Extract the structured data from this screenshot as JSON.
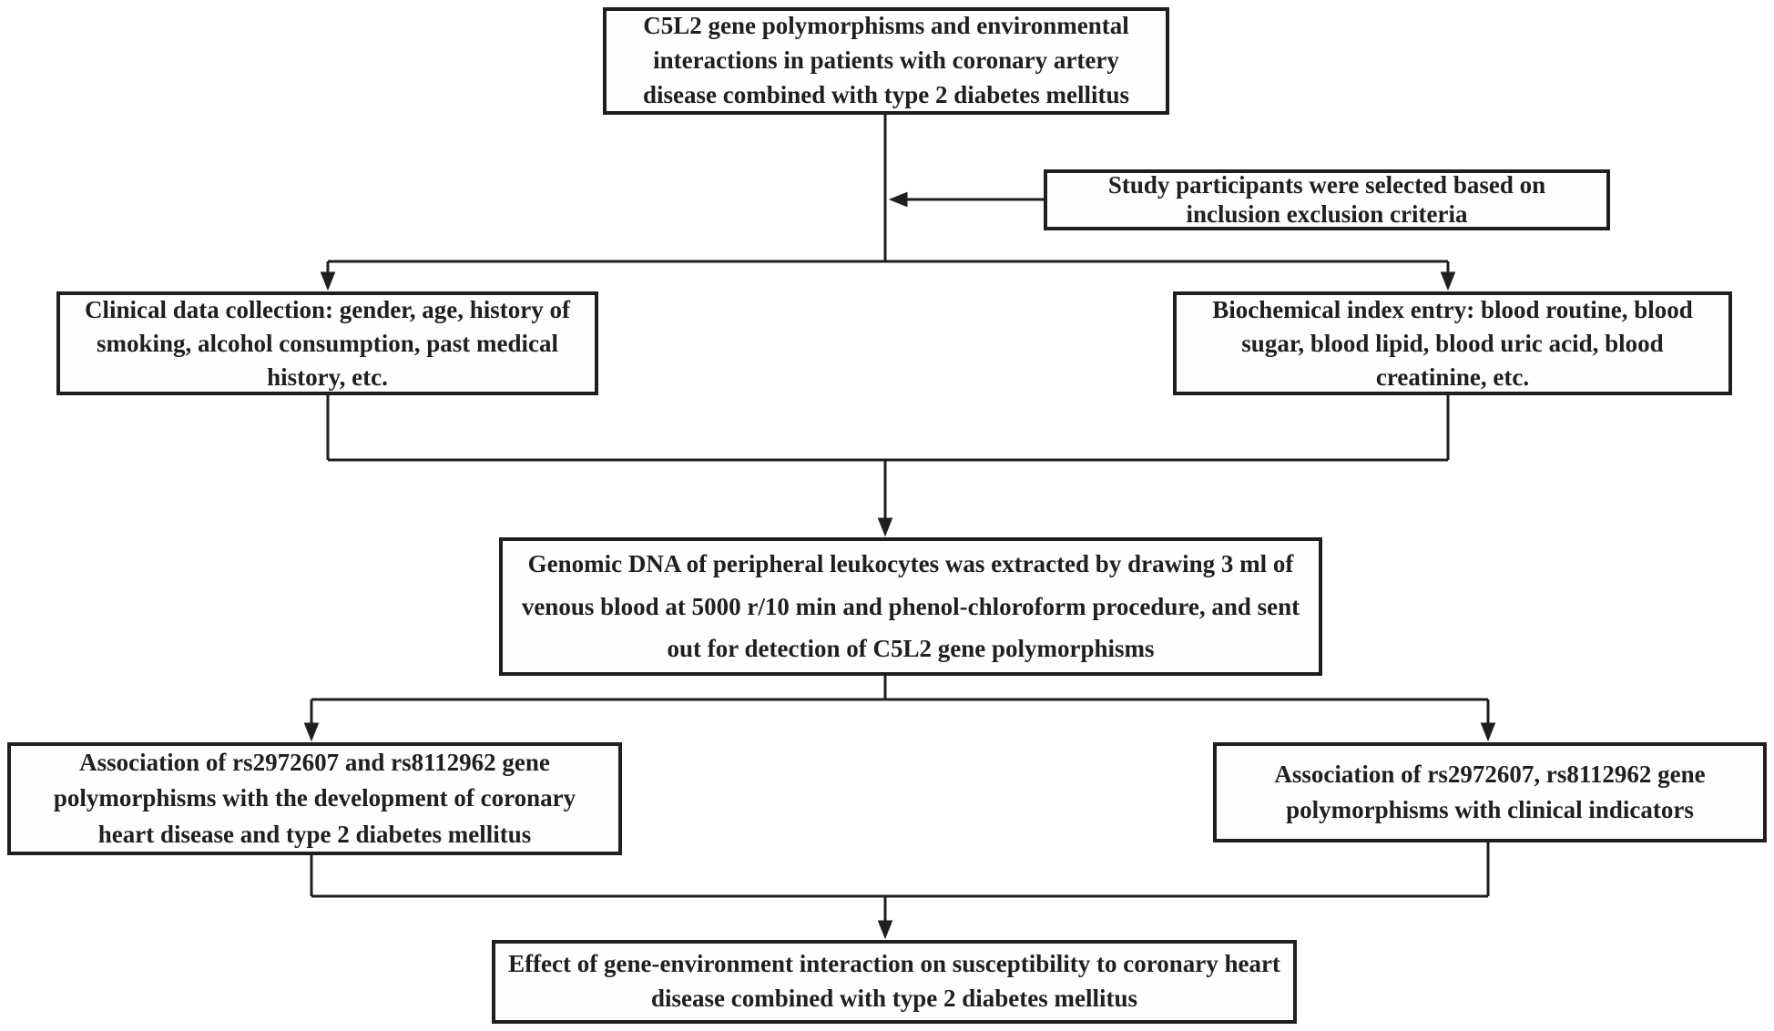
{
  "diagram": {
    "type": "flowchart",
    "title": "Study design flowchart: C5L2 gene polymorphisms study"
  },
  "colors": {
    "line": "#1f1f1f",
    "box_border": "#1f1f1f",
    "box_background": "#fefefe",
    "page_background": "#ffffff",
    "text": "#1f1f1f"
  },
  "nodes": {
    "top": {
      "text": "C5L2 gene polymorphisms and environmental interactions in patients with coronary artery disease combined with type 2 diabetes mellitus"
    },
    "study": {
      "text": "Study participants were selected based on inclusion exclusion criteria"
    },
    "clinical": {
      "text": "Clinical data collection: gender, age, history of smoking, alcohol consumption, past medical history, etc."
    },
    "biochemical": {
      "text": "Biochemical index entry: blood routine, blood sugar, blood lipid, blood uric acid, blood creatinine, etc."
    },
    "genomic": {
      "text": "Genomic DNA of peripheral leukocytes was extracted by drawing 3 ml of venous blood at 5000 r/10 min and phenol-chloroform procedure, and sent out for detection of C5L2 gene polymorphisms"
    },
    "assoc_development": {
      "text": "Association of rs2972607 and rs8112962 gene polymorphisms with the development of coronary heart disease and type 2 diabetes mellitus"
    },
    "assoc_clinical": {
      "text": "Association of rs2972607, rs8112962 gene polymorphisms with clinical indicators"
    },
    "effect": {
      "text": "Effect of gene-environment interaction on susceptibility to coronary heart disease combined with type 2 diabetes mellitus"
    }
  },
  "edges": [
    {
      "from": "top",
      "to": "branch-1",
      "arrow": false
    },
    {
      "from": "study",
      "to": "stem-1",
      "arrow": true,
      "direction": "left"
    },
    {
      "from": "branch-1",
      "to": "clinical",
      "arrow": true,
      "direction": "down"
    },
    {
      "from": "branch-1",
      "to": "biochemical",
      "arrow": true,
      "direction": "down"
    },
    {
      "from": "clinical",
      "to": "genomic",
      "arrow": true,
      "direction": "down"
    },
    {
      "from": "biochemical",
      "to": "genomic",
      "arrow": true,
      "direction": "down"
    },
    {
      "from": "genomic",
      "to": "assoc_development",
      "arrow": true,
      "direction": "down"
    },
    {
      "from": "genomic",
      "to": "assoc_clinical",
      "arrow": true,
      "direction": "down"
    },
    {
      "from": "assoc_development",
      "to": "effect",
      "arrow": true,
      "direction": "down"
    },
    {
      "from": "assoc_clinical",
      "to": "effect",
      "arrow": true,
      "direction": "down"
    }
  ]
}
